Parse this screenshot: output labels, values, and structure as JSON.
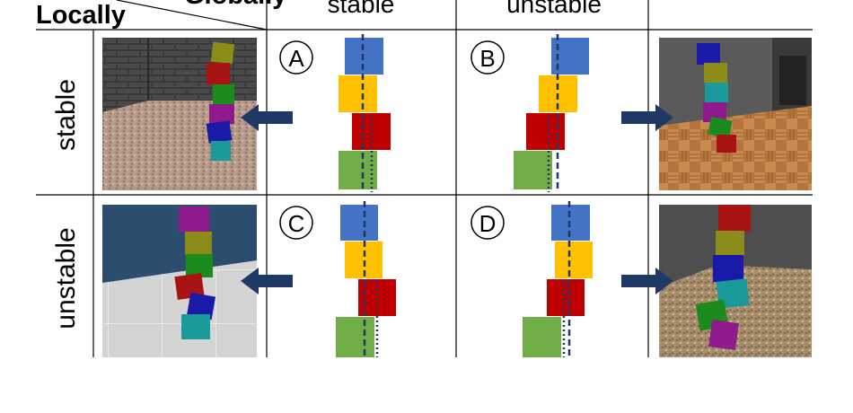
{
  "header": {
    "corner_row_label": "Locally",
    "corner_col_label": "Globally",
    "col_stable": "stable",
    "col_unstable": "unstable"
  },
  "rows": {
    "stable_label": "stable",
    "unstable_label": "unstable"
  },
  "cells": {
    "a": "A",
    "b": "B",
    "c": "C",
    "d": "D"
  },
  "colors": {
    "blue_block": "#4472C4",
    "yellow_block": "#FFC000",
    "red_block": "#C00000",
    "green_block": "#70AD47",
    "arrow": "#1F3864",
    "line": "#1F3864",
    "grid": "#000000"
  }
}
